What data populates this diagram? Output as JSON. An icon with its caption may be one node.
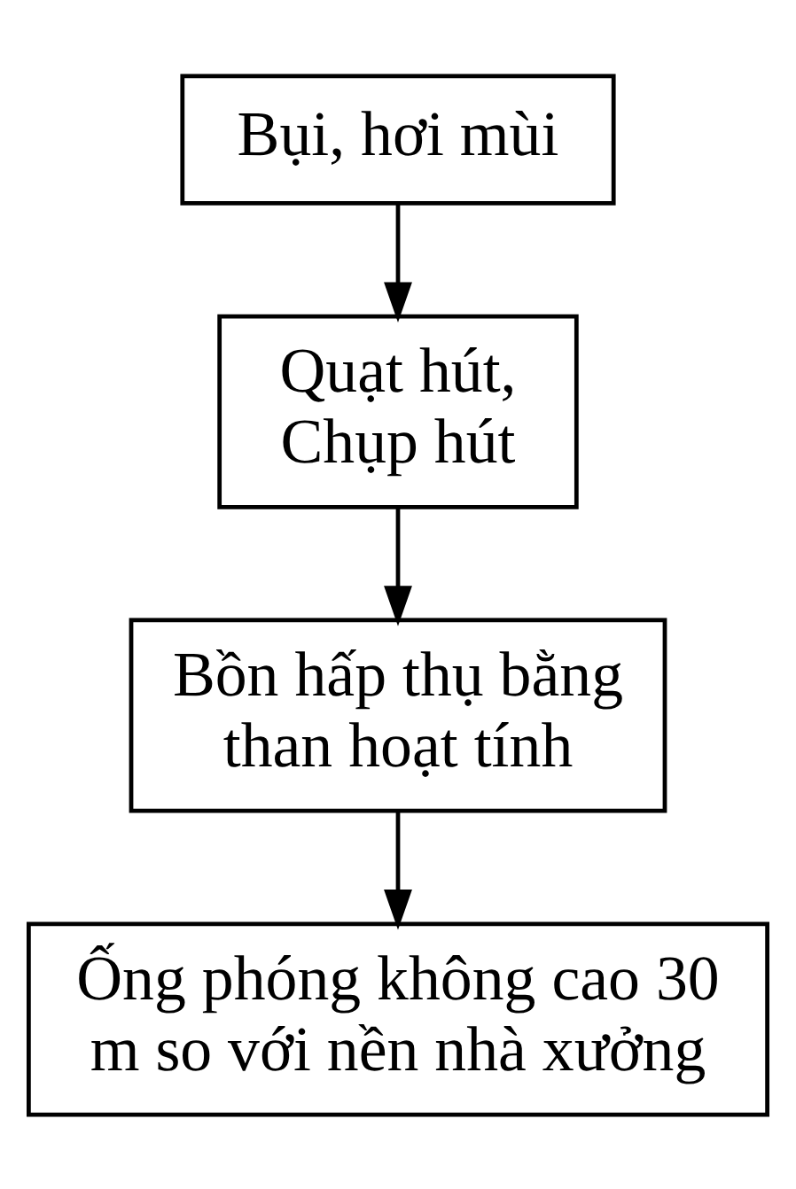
{
  "diagram": {
    "nodes": [
      {
        "text": [
          "Bụi, hơi mùi"
        ]
      },
      {
        "text": [
          "Quạt hút, Chụp hút"
        ]
      },
      {
        "text": [
          "Bồn hấp thụ bằng than hoạt tính"
        ]
      },
      {
        "text": [
          "Ống phóng không cao 30 m so với nền nhà xưởng"
        ]
      }
    ],
    "edges": [
      {
        "from": 0,
        "to": 1,
        "arrow": "to"
      },
      {
        "from": 1,
        "to": 2,
        "arrow": "to"
      },
      {
        "from": 2,
        "to": 3,
        "arrow": "to"
      }
    ]
  }
}
